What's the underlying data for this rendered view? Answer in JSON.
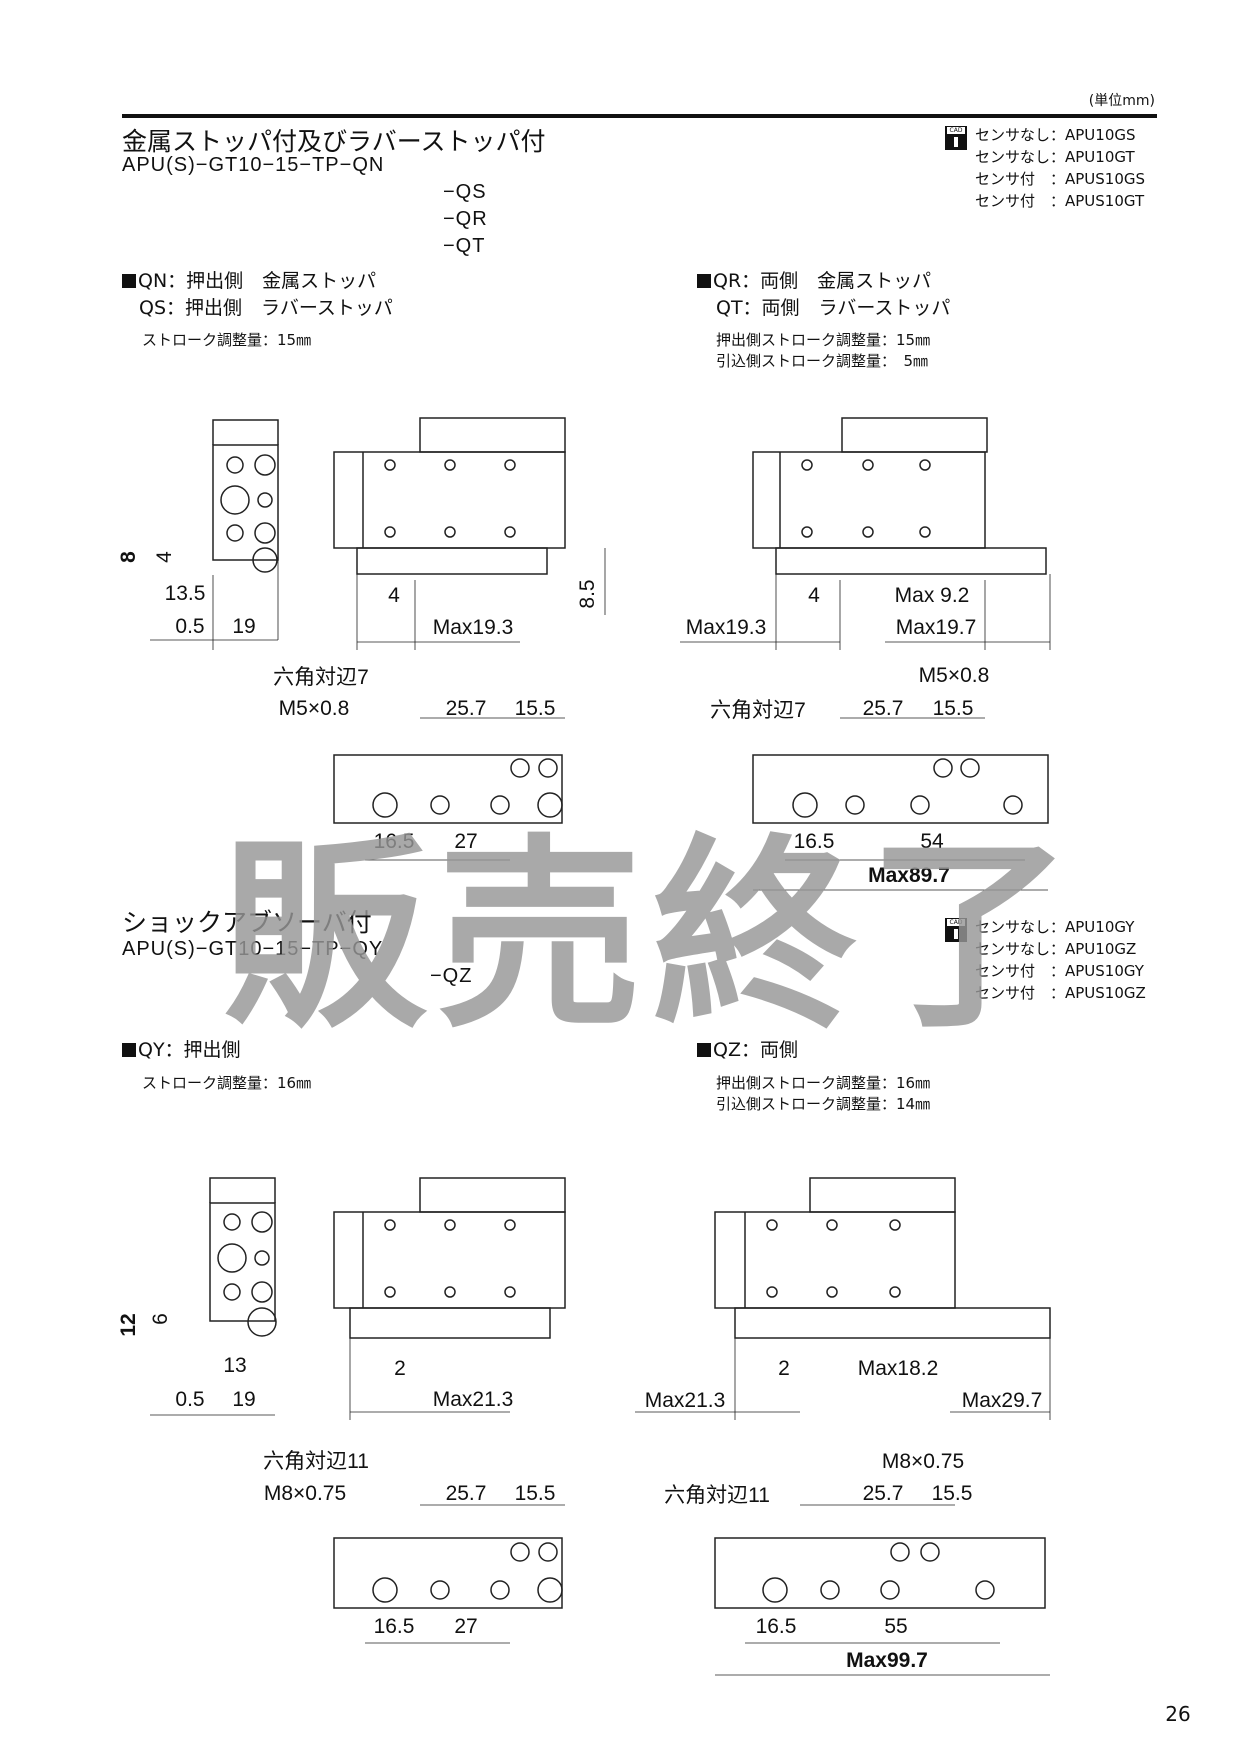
{
  "unit_label": "(単位mm)",
  "section1": {
    "title": "金属ストッパ付及びラバーストッパ付",
    "models": [
      "APU(S)−GT10−15−TP−QN",
      "−QS",
      "−QR",
      "−QT"
    ],
    "cad_list": [
      "センサなし：APU10GS",
      "センサなし：APU10GT",
      "センサ付　：APUS10GS",
      "センサ付　：APUS10GT"
    ],
    "cad_icon_label": "CAD",
    "left": {
      "line1": "QN：押出側　金属ストッパ",
      "line2": "QS：押出側　ラバーストッパ",
      "stroke": "ストローク調整量：15㎜"
    },
    "right": {
      "line1": "QR：両側　金属ストッパ",
      "line2": "QT：両側　ラバーストッパ",
      "stroke1": "押出側ストローク調整量：15㎜",
      "stroke2": "引込側ストローク調整量：　5㎜"
    },
    "dims": {
      "side_8": "8",
      "side_4": "4",
      "side_13_5": "13.5",
      "side_0_5": "0.5",
      "side_19": "19",
      "front_4": "4",
      "front_max19_3": "Max19.3",
      "front_8_5": "8.5",
      "r_max19_3": "Max19.3",
      "r_4": "4",
      "r_max9_2": "Max 9.2",
      "r_max19_7": "Max19.7",
      "bl_hex": "六角対辺7",
      "bl_thread": "M5×0.8",
      "bl_25_7": "25.7",
      "bl_15_5": "15.5",
      "bl_16_5": "16.5",
      "bl_27": "27",
      "br_thread": "M5×0.8",
      "br_hex": "六角対辺7",
      "br_25_7": "25.7",
      "br_15_5": "15.5",
      "br_16_5": "16.5",
      "br_54": "54",
      "br_max": "Max89.7"
    }
  },
  "watermark": "販売終了",
  "section2": {
    "title": "ショックアブソーバ付",
    "models": [
      "APU(S)−GT10−15−TP−QY",
      "−QZ"
    ],
    "cad_list": [
      "センサなし：APU10GY",
      "センサなし：APU10GZ",
      "センサ付　：APUS10GY",
      "センサ付　：APUS10GZ"
    ],
    "cad_icon_label": "CAD",
    "left": {
      "line1": "QY：押出側",
      "stroke": "ストローク調整量：16㎜"
    },
    "right": {
      "line1": "QZ：両側",
      "stroke1": "押出側ストローク調整量：16㎜",
      "stroke2": "引込側ストローク調整量：14㎜"
    },
    "dims": {
      "side_12": "12",
      "side_6": "6",
      "side_13": "13",
      "side_0_5": "0.5",
      "side_19": "19",
      "front_2": "2",
      "front_max21_3": "Max21.3",
      "r_max21_3": "Max21.3",
      "r_2": "2",
      "r_max18_2": "Max18.2",
      "r_max29_7": "Max29.7",
      "bl_hex": "六角対辺11",
      "bl_thread": "M8×0.75",
      "bl_25_7": "25.7",
      "bl_15_5": "15.5",
      "bl_16_5": "16.5",
      "bl_27": "27",
      "br_thread": "M8×0.75",
      "br_hex": "六角対辺11",
      "br_25_7": "25.7",
      "br_15_5": "15.5",
      "br_16_5": "16.5",
      "br_55": "55",
      "br_max": "Max99.7"
    }
  },
  "page_number": "26"
}
